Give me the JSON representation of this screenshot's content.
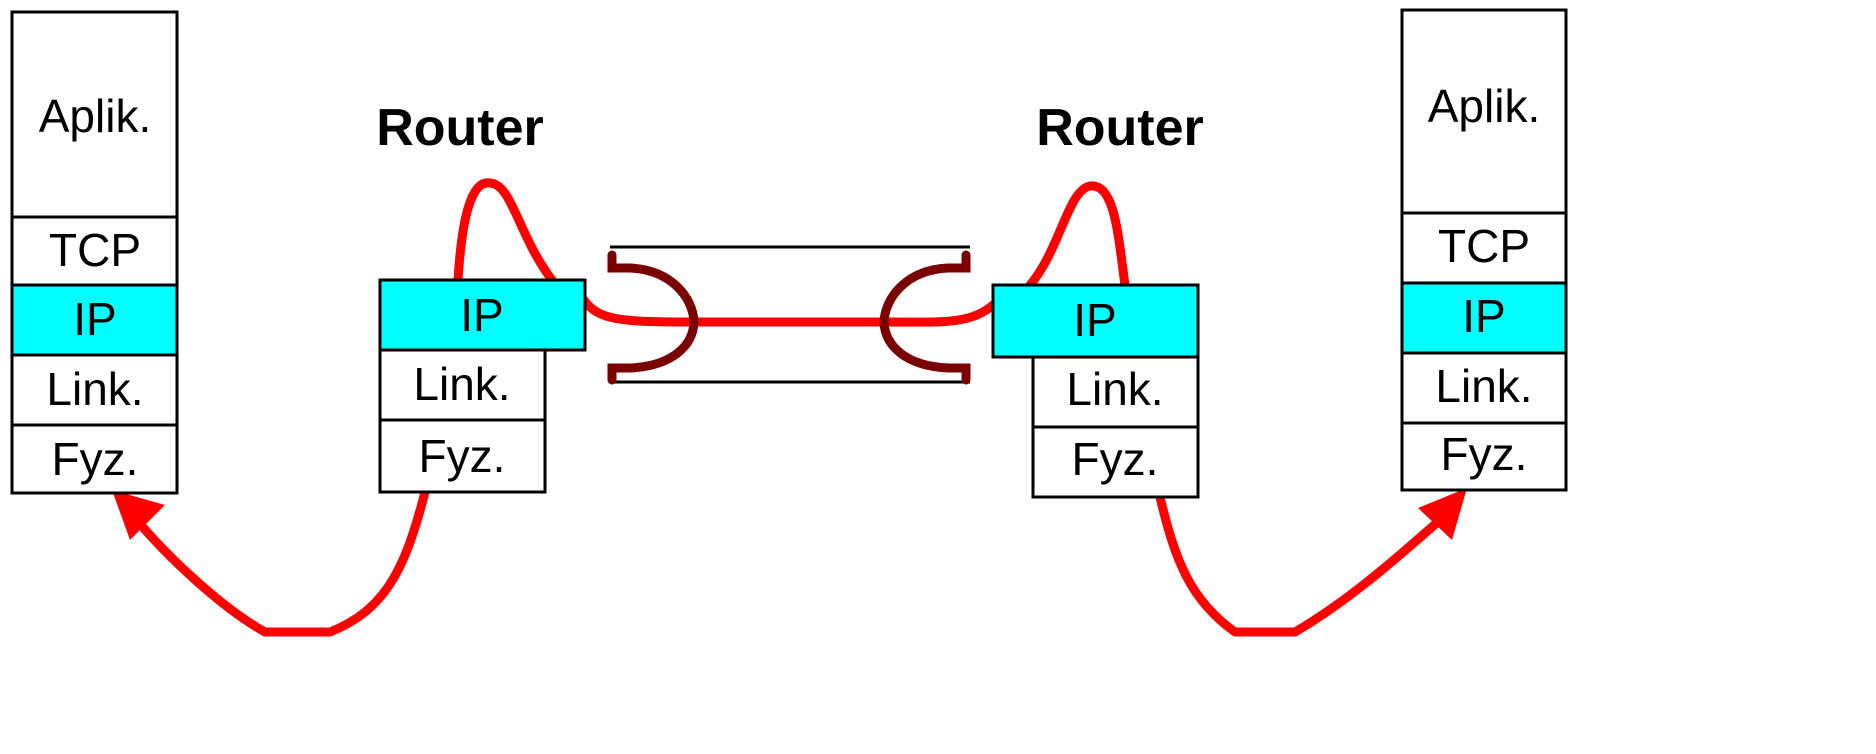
{
  "colors": {
    "path": "#ff0000",
    "ip_layer": "#00ffff",
    "connector": "#7a0000",
    "border": "#000000"
  },
  "left_host": {
    "layers": [
      "Aplik.",
      "TCP",
      "IP",
      "Link.",
      "Fyz."
    ]
  },
  "router_left": {
    "title": "Router",
    "layers": [
      "IP",
      "Link.",
      "Fyz."
    ]
  },
  "router_right": {
    "title": "Router",
    "layers": [
      "IP",
      "Link.",
      "Fyz."
    ]
  },
  "right_host": {
    "layers": [
      "Aplik.",
      "TCP",
      "IP",
      "Link.",
      "Fyz."
    ]
  }
}
